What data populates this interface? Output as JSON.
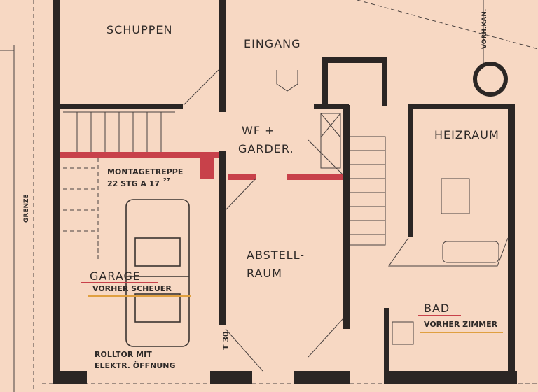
{
  "rooms": {
    "schuppen": "SCHUPPEN",
    "eingang": "EINGANG",
    "wf_line1": "WF +",
    "wf_line2": "GARDER.",
    "heizraum": "HEIZRAUM",
    "abstell_line1": "ABSTELL-",
    "abstell_line2": "RAUM",
    "garage": "GARAGE",
    "garage_note": "VORHER SCHEUER",
    "bad": "BAD",
    "bad_note": "VORHER ZIMMER"
  },
  "annotations": {
    "stair_line1": "MONTAGETREPPE",
    "stair_line2": "22 STG A 17",
    "stair_sup": "27",
    "door_line1": "ROLLTOR MIT",
    "door_line2": "ELEKTR. ÖFFNUNG",
    "fire_door": "T 30",
    "boundary": "GRENZE",
    "chimney": "VORH.KAN."
  },
  "colors": {
    "paper": "#f7d8c3",
    "wall": "#2b2624",
    "new_wall_red": "#c8414a",
    "underline_red": "#c8414a",
    "underline_orange": "#e0a040"
  }
}
